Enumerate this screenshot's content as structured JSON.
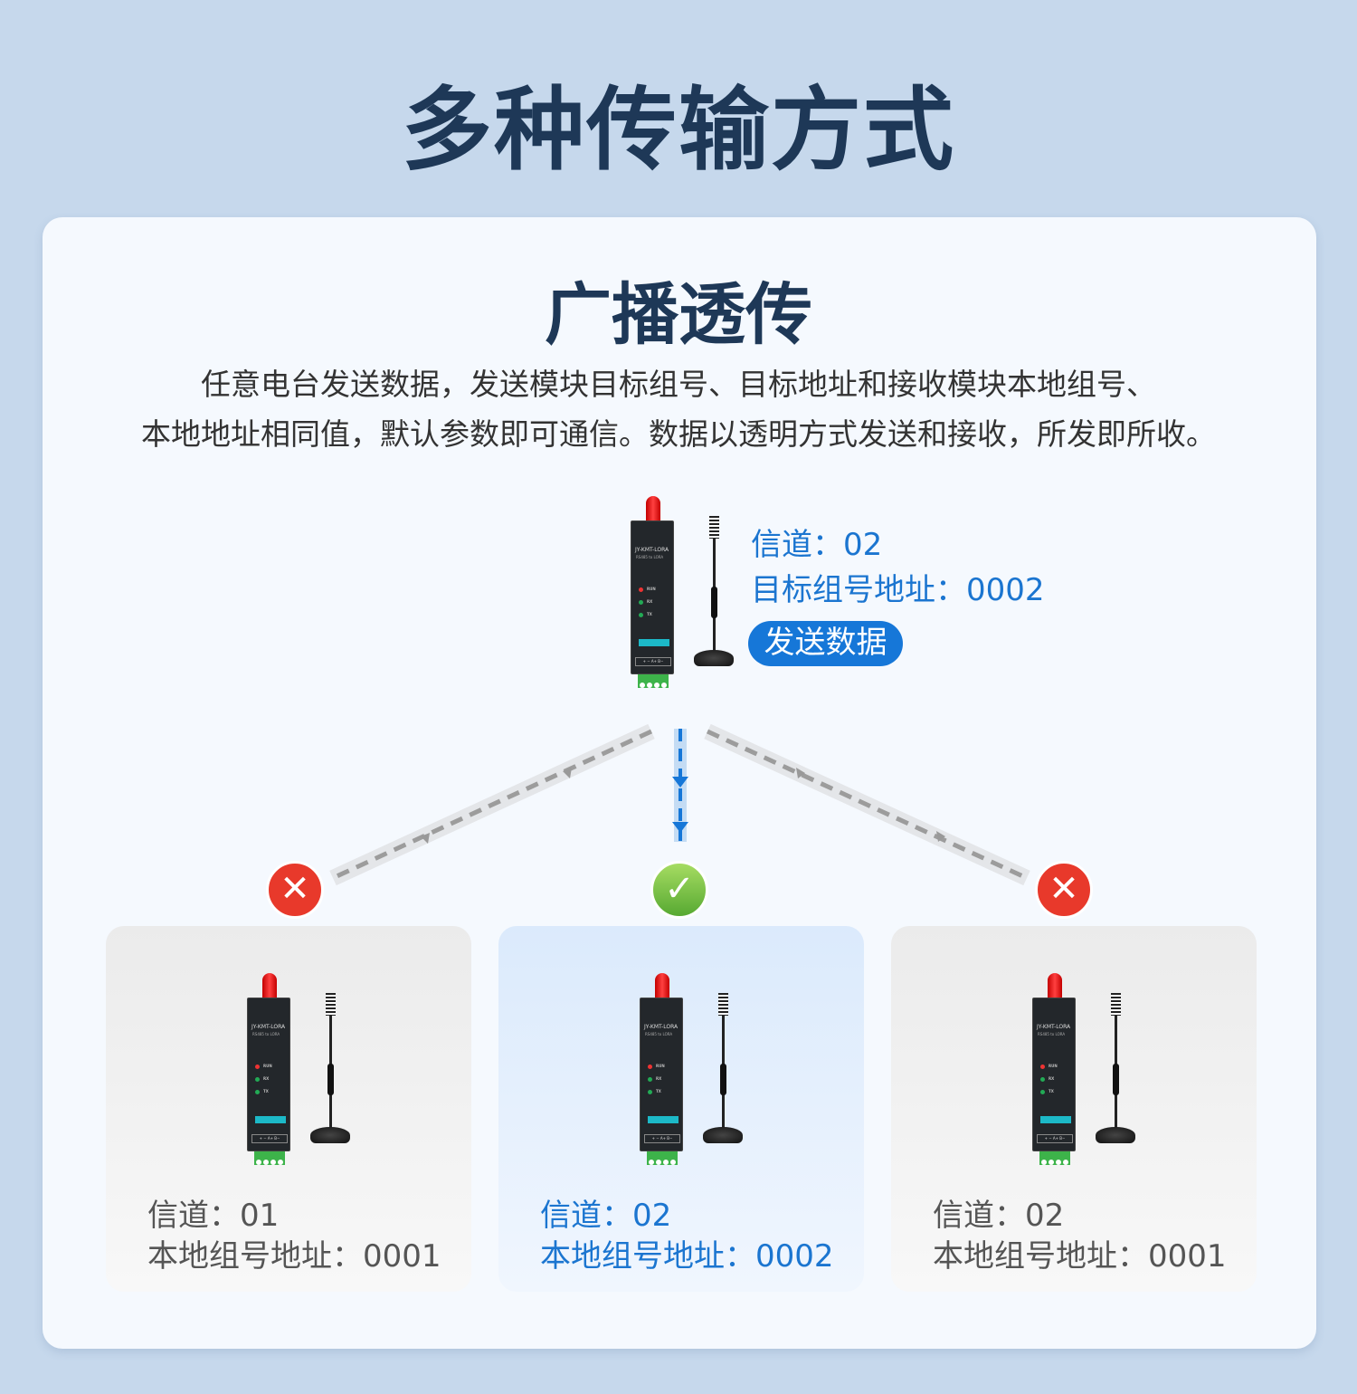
{
  "title": "多种传输方式",
  "mode": {
    "title": "广播透传",
    "description": [
      "任意电台发送数据，发送模块目标组号、目标地址和接收模块本地组号、",
      "本地地址相同值，默认参数即可通信。数据以透明方式发送和接收，所发即所收。"
    ]
  },
  "device": {
    "name": "JY-KMT-LORA",
    "model": "RS485 to LORA",
    "leds": [
      "RUN",
      "RX",
      "TX"
    ],
    "terminal": "+ − A+ B−"
  },
  "sender": {
    "channel": "信道：02",
    "target": "目标组号地址：0002",
    "button": "发送数据"
  },
  "receivers": [
    {
      "channel": "信道：01",
      "address": "本地组号地址：0001",
      "status": "fail"
    },
    {
      "channel": "信道：02",
      "address": "本地组号地址：0002",
      "status": "success"
    },
    {
      "channel": "信道：02",
      "address": "本地组号地址：0001",
      "status": "fail"
    }
  ],
  "colors": {
    "accent": "#1677d8",
    "title": "#1e3857",
    "fail": "#e8392b",
    "success": "#6cbf3c"
  }
}
